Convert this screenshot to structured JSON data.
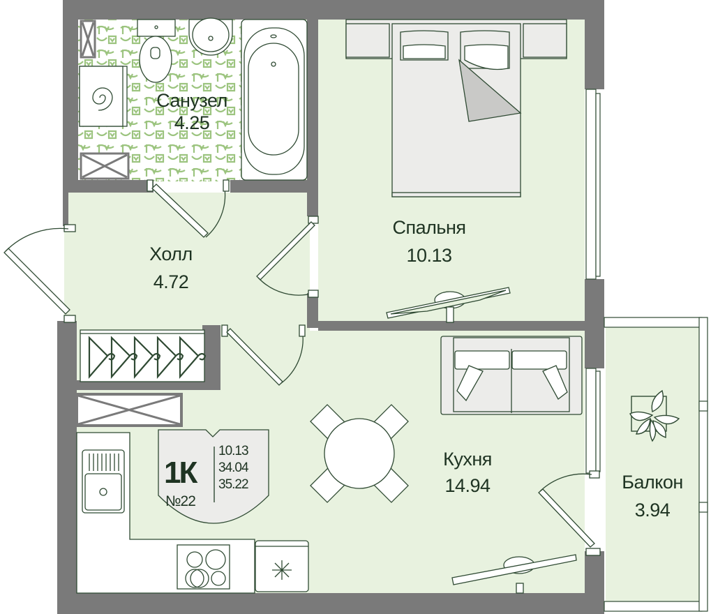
{
  "plan": {
    "colors": {
      "wall": "#7a7a7a",
      "floor": "#e8f2df",
      "furniture_fill": "#ffffff",
      "furniture_stroke": "#2f4a33",
      "bed_fill": "#ececea",
      "tile_pattern": "#9cc47f",
      "text": "#1e3322"
    },
    "rooms": [
      {
        "id": "bathroom",
        "name": "Санузел",
        "area": "4.25"
      },
      {
        "id": "bedroom",
        "name": "Спальня",
        "area": "10.13"
      },
      {
        "id": "hall",
        "name": "Холл",
        "area": "4.72"
      },
      {
        "id": "kitchen",
        "name": "Кухня",
        "area": "14.94"
      },
      {
        "id": "balcony",
        "name": "Балкон",
        "area": "3.94"
      }
    ],
    "badge": {
      "type": "1К",
      "number": "№22",
      "living_area": "10.13",
      "total_area": "34.04",
      "total_with_balcony": "35.22"
    }
  }
}
